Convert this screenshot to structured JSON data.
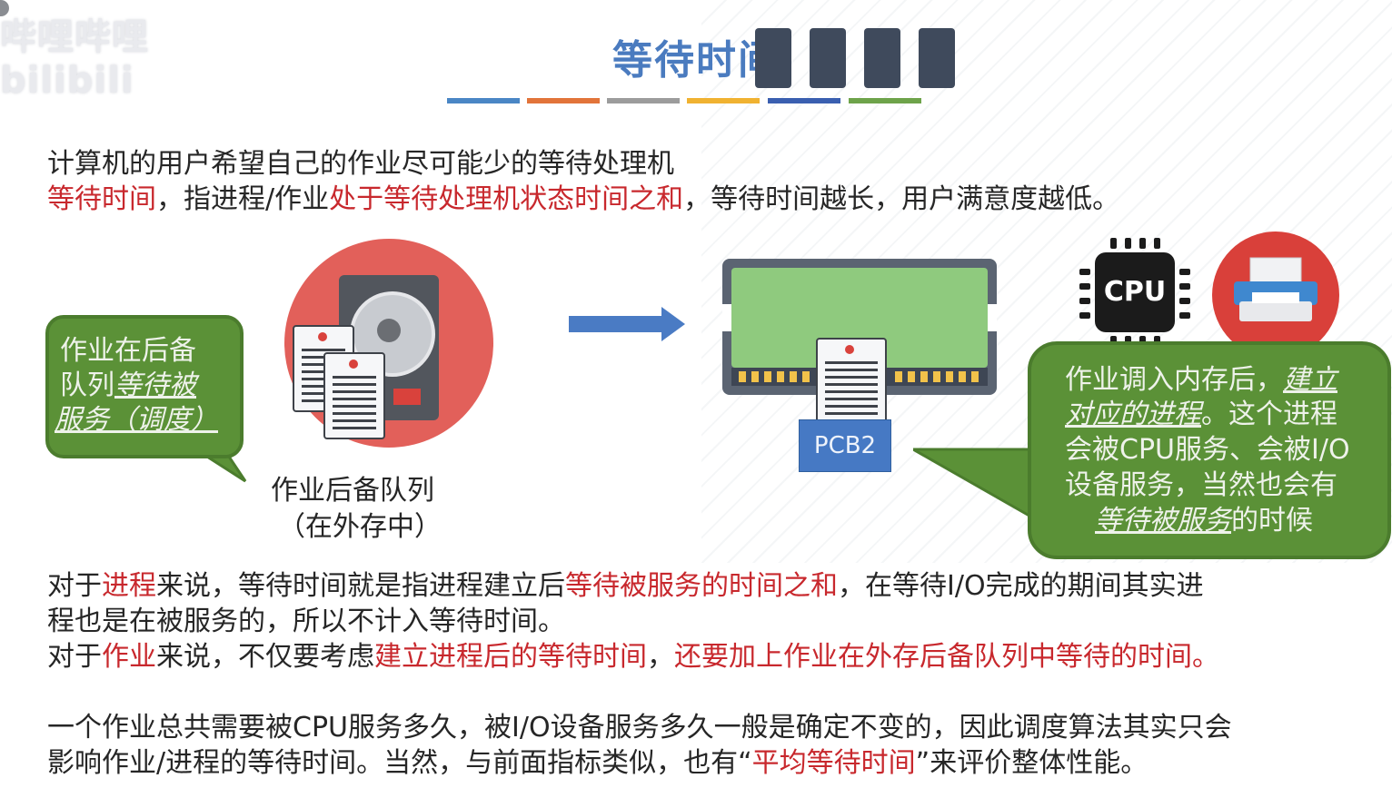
{
  "watermark": {
    "text": "哔哩哔哩 bilibili"
  },
  "slide": {
    "title": "等待时间",
    "title_bar_colors": [
      "#4a86c5",
      "#e2743a",
      "#9c9c9c",
      "#f0b231",
      "#3a5fb0",
      "#6ea34a"
    ],
    "intro_line1": "计算机的用户希望自己的作业尽可能少的等待处理机",
    "def_term": "等待时间",
    "def_mid1": "，指进程/作业",
    "def_highlight": "处于等待处理机状态时间之和",
    "def_end": "，等待时间越长，用户满意度越低。",
    "diagram": {
      "left_bubble_line1": "作业在后备",
      "left_bubble_line2a": "队列",
      "left_bubble_line2b": "等待被",
      "left_bubble_line3": "服务（调度）",
      "queue_caption_line1": "作业后备队列",
      "queue_caption_line2": "（在外存中）",
      "pcb_label": "PCB2",
      "cpu_label": "CPU",
      "right_bubble_line1a": "作业调入内存后，",
      "right_bubble_line1b": "建立",
      "right_bubble_line2a": "对应的进程",
      "right_bubble_line2b": "。这个进程",
      "right_bubble_line3": "会被CPU服务、会被I/O",
      "right_bubble_line4": "设备服务，当然也会有",
      "right_bubble_line5a": "等待被服务",
      "right_bubble_line5b": "的时候"
    },
    "p1_a": "对于",
    "p1_b": "进程",
    "p1_c": "来说，等待时间就是指进程建立后",
    "p1_d": "等待被服务的时间之和",
    "p1_e": "，在等待I/O完成的期间其实进",
    "p1_line2": "程也是在被服务的，所以不计入等待时间。",
    "p2_a": "对于",
    "p2_b": "作业",
    "p2_c": "来说，不仅要考虑",
    "p2_d": "建立进程后的等待时间",
    "p2_e": "，",
    "p2_f": "还要加上作业在外存后备队列中等待的时间。",
    "p3_line1": "一个作业总共需要被CPU服务多久，被I/O设备服务多久一般是确定不变的，因此调度算法其实只会",
    "p3_line2a": "影响作业/进程的等待时间。当然，与前面指标类似，也有“",
    "p3_line2b": "平均等待时间",
    "p3_line2c": "”来评价整体性能。"
  }
}
